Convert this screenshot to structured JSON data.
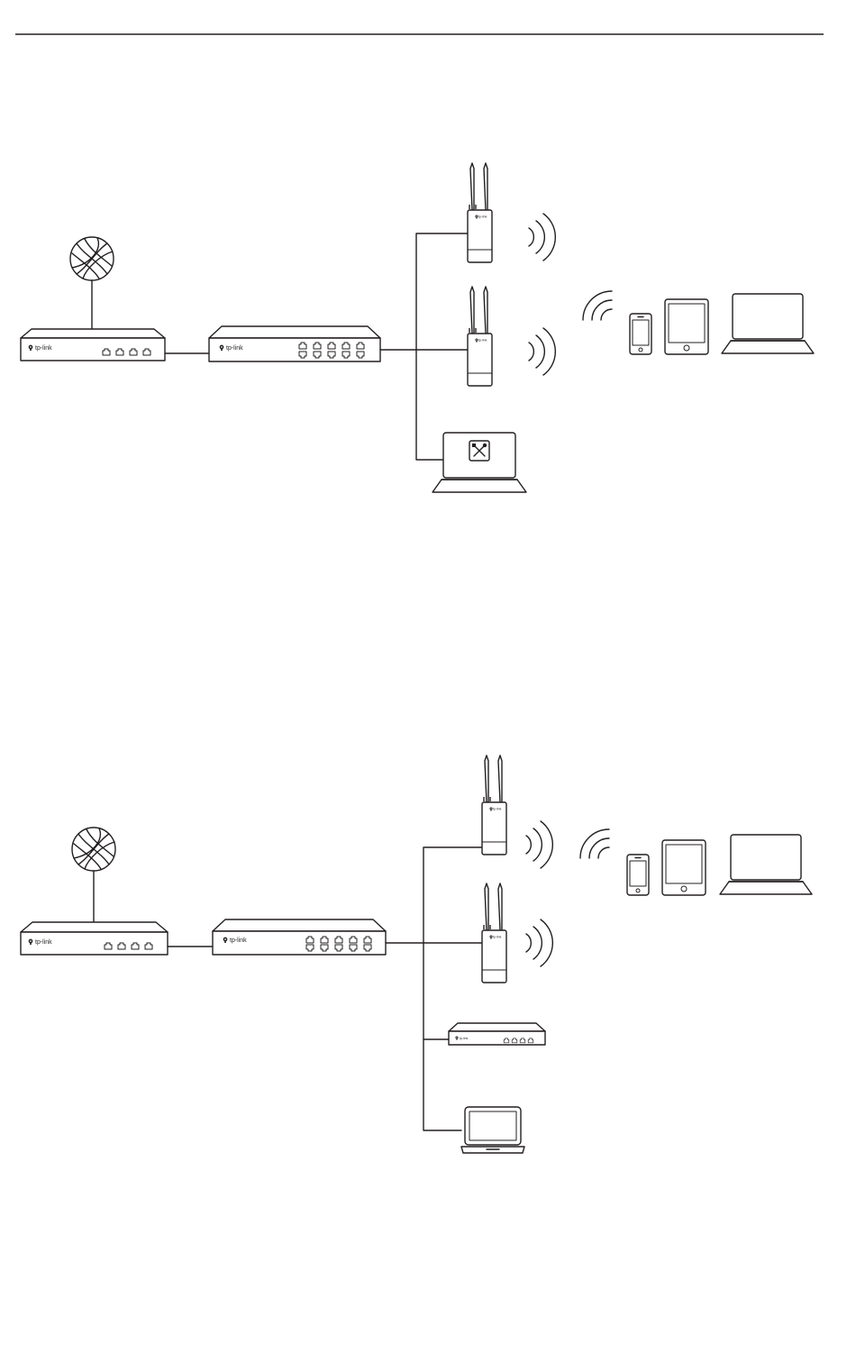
{
  "brand": {
    "logo_text": "tp-link"
  },
  "colors": {
    "line": "#231f20",
    "background": "#ffffff"
  },
  "diagrams": [
    {
      "id": "topology-1",
      "devices": [
        "internet-globe-icon",
        "router-icon",
        "switch-icon",
        "outdoor-access-point-icon",
        "outdoor-access-point-icon",
        "management-laptop-icon"
      ],
      "wireless_clients": [
        "smartphone-icon",
        "tablet-icon",
        "laptop-icon"
      ]
    },
    {
      "id": "topology-2",
      "devices": [
        "internet-globe-icon",
        "router-icon",
        "switch-icon",
        "outdoor-access-point-icon",
        "outdoor-access-point-icon",
        "controller-icon",
        "management-laptop-icon"
      ],
      "wireless_clients": [
        "smartphone-icon",
        "tablet-icon",
        "laptop-icon"
      ]
    }
  ]
}
